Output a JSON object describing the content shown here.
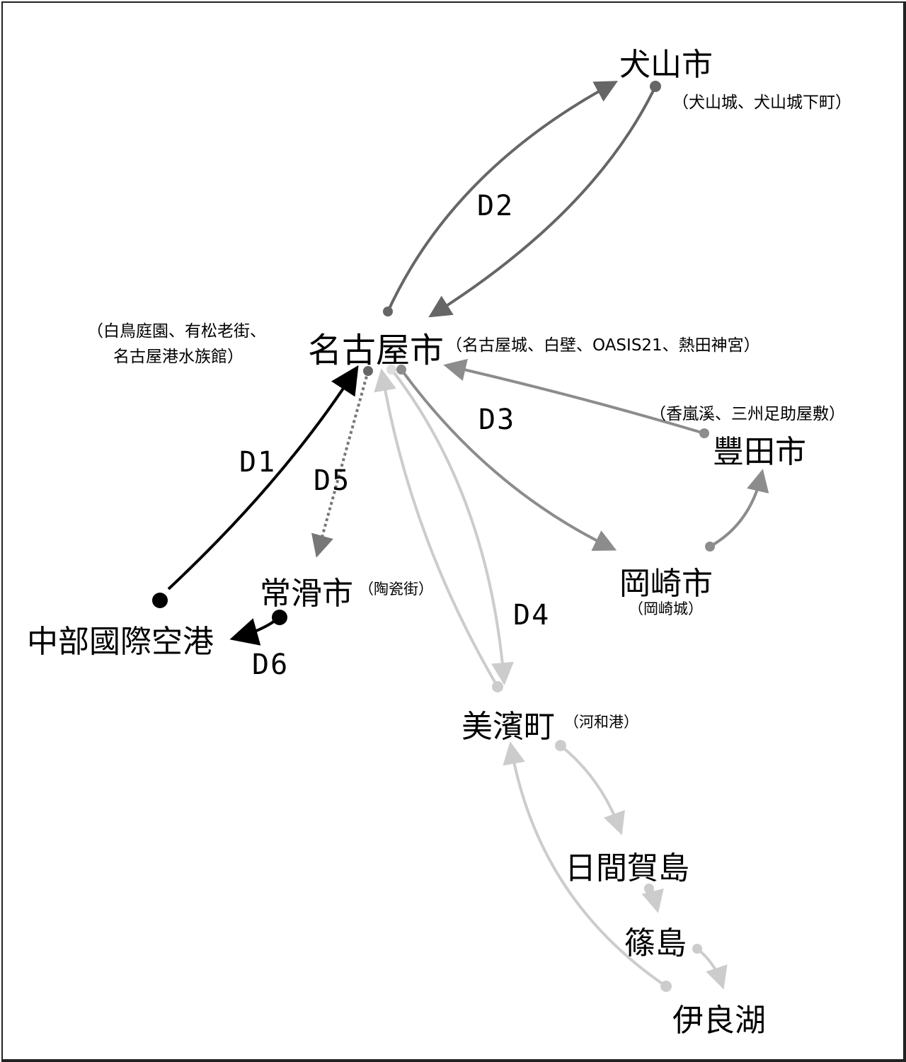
{
  "nodes": {
    "inuyama": {
      "name": "犬山市",
      "sites": "（犬山城、犬山城下町）"
    },
    "nagoya": {
      "name": "名古屋市",
      "sites": "（名古屋城、白壁、OASIS21、熱田神宮）",
      "sites_left_1": "（白鳥庭園、有松老街、",
      "sites_left_2": "名古屋港水族館）"
    },
    "toyota": {
      "name": "豐田市",
      "sites": "（香嵐溪、三州足助屋敷）"
    },
    "okazaki": {
      "name": "岡崎市",
      "sites": "（岡崎城）"
    },
    "tokoname": {
      "name": "常滑市",
      "sites": "（陶瓷街）"
    },
    "airport": {
      "name": "中部國際空港"
    },
    "mihama": {
      "name": "美濱町",
      "sites": "（河和港）"
    },
    "himakajima": {
      "name": "日間賀島"
    },
    "shinojima": {
      "name": "篠島"
    },
    "irago": {
      "name": "伊良湖"
    }
  },
  "days": [
    "D1",
    "D2",
    "D3",
    "D4",
    "D5",
    "D6"
  ],
  "colors": {
    "D1": "#000000",
    "D2": "#666666",
    "D3": "#8c8c8c",
    "D4": "#cccccc",
    "D5": "#777777",
    "D6": "#000000"
  }
}
